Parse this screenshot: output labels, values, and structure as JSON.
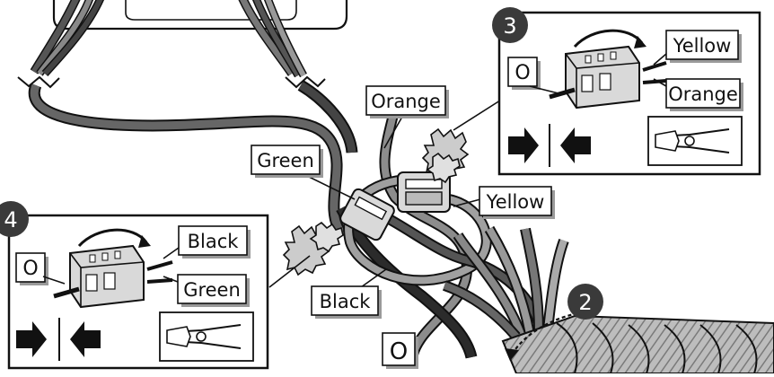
{
  "wire_labels": {
    "orange": "Orange",
    "green": "Green",
    "yellow": "Yellow",
    "black": "Black",
    "o_bottom": "O"
  },
  "panel_3": {
    "step": "3",
    "o_label": "O",
    "label_top": "Yellow",
    "label_bottom": "Orange",
    "tool_icon": "crimping-pliers-icon",
    "arrows_icon": "push-together-arrows-icon"
  },
  "panel_4": {
    "step": "4",
    "o_label": "O",
    "label_top": "Black",
    "label_bottom": "Green",
    "tool_icon": "crimping-pliers-icon",
    "arrows_icon": "push-together-arrows-icon"
  },
  "step_2": {
    "step": "2"
  },
  "colors": {
    "ink": "#111111",
    "wire_dark": "#2b2b2b",
    "wire_mid": "#666666",
    "wire_light": "#8c8c8c",
    "badge": "#3a3a3a",
    "connector": "#d9d9d9"
  }
}
